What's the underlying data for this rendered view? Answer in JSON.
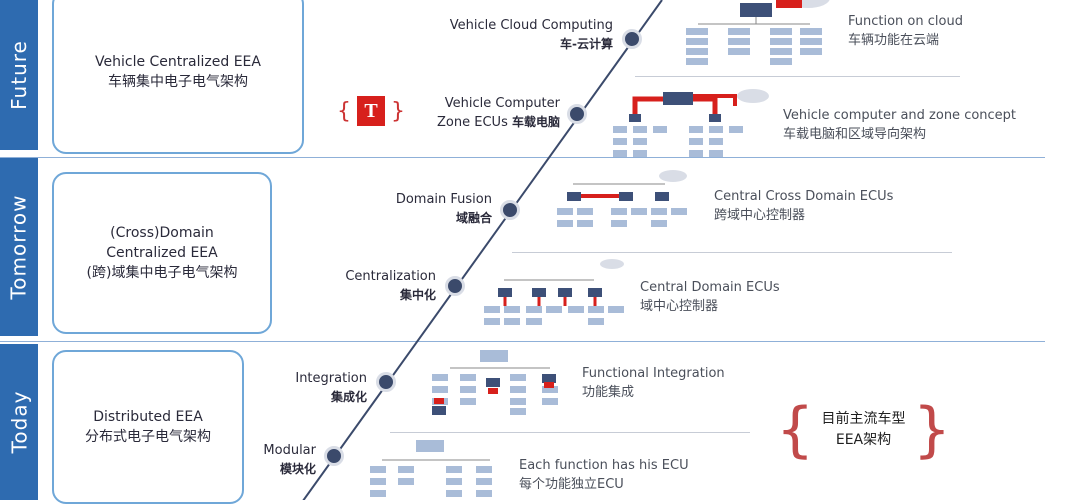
{
  "bands": [
    {
      "label": "Future"
    },
    {
      "label": "Tomorrow"
    },
    {
      "label": "Today"
    }
  ],
  "tiers": [
    {
      "en": "Vehicle Centralized EEA",
      "zh": "车辆集中电子电气架构"
    },
    {
      "en1": "(Cross)Domain",
      "en2": "Centralized EEA",
      "zh": "(跨)域集中电子电气架构"
    },
    {
      "en": "Distributed EEA",
      "zh": "分布式电子电气架构"
    }
  ],
  "stages": [
    {
      "en": "Vehicle Cloud Computing",
      "zh": "车-云计算"
    },
    {
      "en1": "Vehicle Computer",
      "en2": "Zone ECUs",
      "zh": "车载电脑"
    },
    {
      "en": "Domain Fusion",
      "zh": "域融合"
    },
    {
      "en": "Centralization",
      "zh": "集中化"
    },
    {
      "en": "Integration",
      "zh": "集成化"
    },
    {
      "en": "Modular",
      "zh": "模块化"
    }
  ],
  "architectures": [
    {
      "en": "Function on cloud",
      "zh": "车辆功能在云端"
    },
    {
      "en": "Vehicle computer and zone concept",
      "zh": "车载电脑和区域导向架构"
    },
    {
      "en": "Central Cross Domain ECUs",
      "zh": "跨域中心控制器"
    },
    {
      "en": "Central Domain ECUs",
      "zh": "域中心控制器"
    },
    {
      "en": "Functional Integration",
      "zh": "功能集成"
    },
    {
      "en": "Each function has his ECU",
      "zh": "每个功能独立ECU"
    }
  ],
  "mainstream": {
    "line1": "目前主流车型",
    "line2": "EEA架构"
  },
  "tesla_logo": "T",
  "colors": {
    "band": "#2e6bb0",
    "accent_red": "#d7201c",
    "node": "#3b4a6b",
    "box_blue": "#a9bcd8",
    "dark_box": "#3d5078"
  }
}
